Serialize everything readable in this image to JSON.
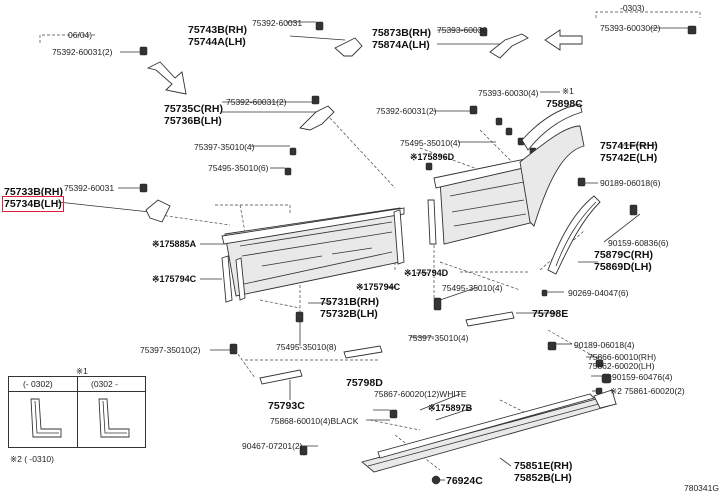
{
  "labels": {
    "l_06_04": "06/04)",
    "l_75392_60031_a": "75392-60031(2)",
    "l_75743b": "75743B(RH)",
    "l_75744a": "75744A(LH)",
    "l_75392_60031_b": "75392-60031",
    "l_75873b": "75873B(RH)",
    "l_75874a": "75874A(LH)",
    "l_75393_60030_a": "75393-60030",
    "l_0303": "-0303)",
    "l_75393_60030_b": "75393-60030(2)",
    "l_75735c": "75735C(RH)",
    "l_75736b": "75736B(LH)",
    "l_75392_60031_c": "75392-60031(2)",
    "l_75392_60031_d": "75392-60031(2)",
    "l_75393_60030_c": "75393-60030(4)",
    "l_x1_top": "※1",
    "l_75898c": "75898C",
    "l_75397_35010_a": "75397-35010(4)",
    "l_75495_35010_a": "75495-35010(4)",
    "l_75741f": "75741F(RH)",
    "l_75742e": "75742E(LH)",
    "l_75495_35010_b": "75495-35010(6)",
    "l_75896d": "※175896D",
    "l_90189_06018_a": "90189-06018(6)",
    "l_75733b": "75733B(RH)",
    "l_75734b": "75734B(LH)",
    "l_75392_60031_e": "75392-60031",
    "l_75885a": "※175885A",
    "l_90159_60836": "90159-60836(6)",
    "l_75879c": "75879C(RH)",
    "l_75869d": "75869D(LH)",
    "l_75794c_a": "※175794C",
    "l_75794d": "※175794D",
    "l_75794c_b": "※175794C",
    "l_75495_35010_c": "75495-35010(4)",
    "l_90269_04047": "90269-04047(6)",
    "l_75731b": "75731B(RH)",
    "l_75732b": "75732B(LH)",
    "l_75798e": "75798E",
    "l_75397_35010_b": "75397-35010(4)",
    "l_75397_35010_c": "75397-35010(2)",
    "l_75495_35010_d": "75495-35010(8)",
    "l_90189_06018_b": "90189-06018(4)",
    "l_75866_60010": "75866-60010(RH)",
    "l_75862_60020": "75862-60020(LH)",
    "l_x1_inset": "※1",
    "l_inset_a": "(- 0302)",
    "l_inset_b": "(0302 -",
    "l_75798d": "75798D",
    "l_90159_60476": "90159-60476(4)",
    "l_75861_60020": "※2 75861-60020(2)",
    "l_75867_60020": "75867-60020(12)WHITE",
    "l_75793c": "75793C",
    "l_75897b": "※175897B",
    "l_75868_60010": "75868-60010(4)BLACK",
    "l_90467_07201": "90467-07201(2)",
    "l_x2_note": "※2 ( -0310)",
    "l_75851e": "75851E(RH)",
    "l_75852b": "75852B(LH)",
    "l_76924c": "76924C",
    "l_fig": "780341G"
  }
}
